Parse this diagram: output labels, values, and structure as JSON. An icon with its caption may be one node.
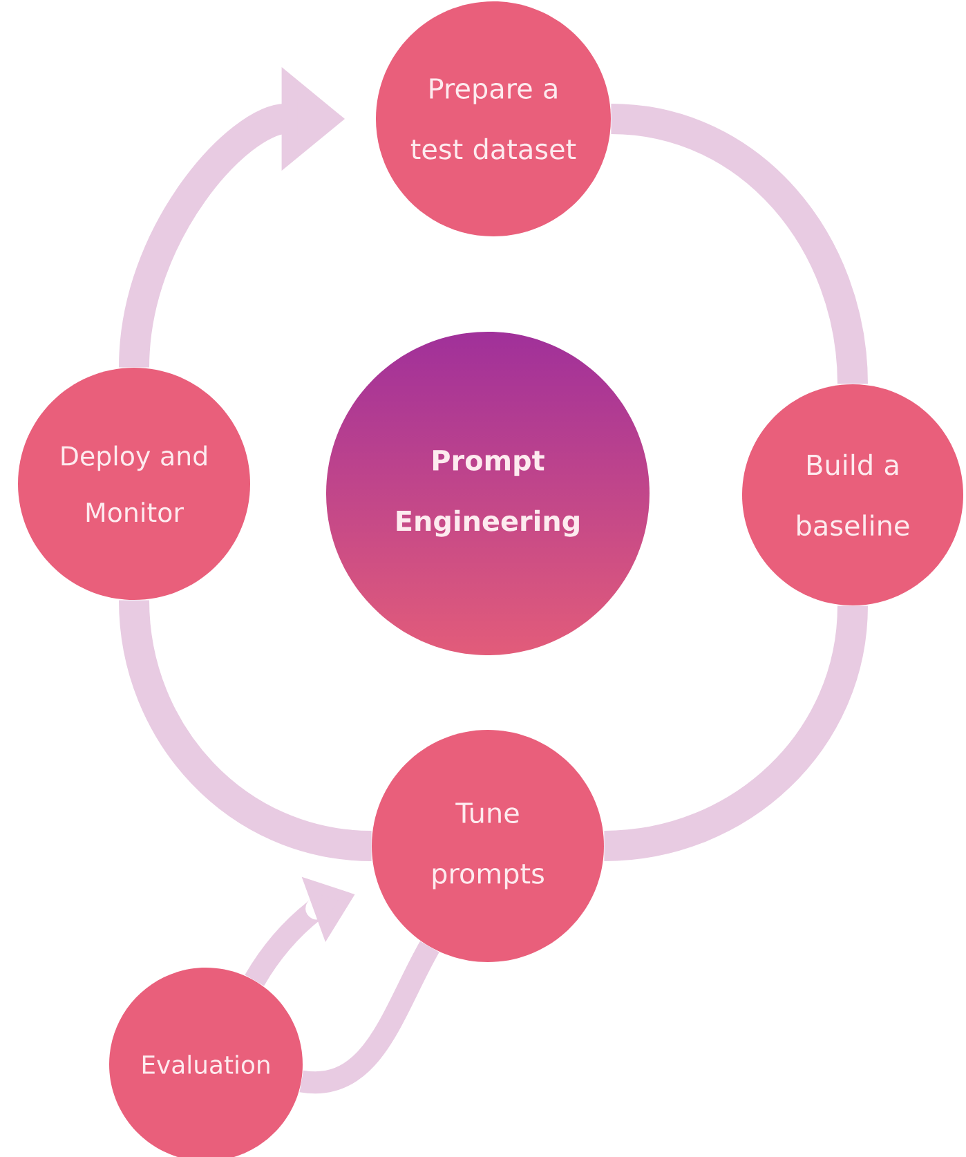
{
  "diagram": {
    "nodes": [
      {
        "text": [
          "Prepare a test dataset"
        ]
      },
      {
        "text": [
          "Deploy and Monitor"
        ]
      },
      {
        "text": [
          "Prompt Engineering"
        ]
      },
      {
        "text": [
          "Build a baseline"
        ]
      },
      {
        "text": [
          "Tune prompts"
        ]
      },
      {
        "text": [
          "Evaluation"
        ]
      }
    ],
    "edges": [
      {
        "from": 0,
        "to": 3,
        "arrow": "none"
      },
      {
        "from": 3,
        "to": 4,
        "arrow": "none"
      },
      {
        "from": 4,
        "to": 1,
        "arrow": "none"
      },
      {
        "from": 1,
        "to": 0,
        "arrow": "to"
      },
      {
        "from": 5,
        "to": 4,
        "arrow": "to"
      },
      {
        "from": 5,
        "to": 4,
        "arrow": "none"
      }
    ]
  }
}
